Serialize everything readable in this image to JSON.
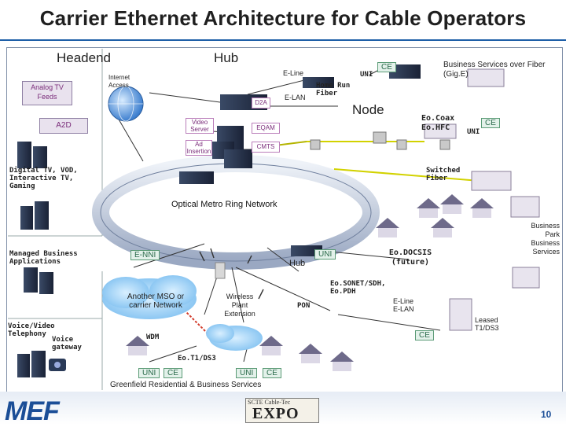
{
  "title": "Carrier Ethernet Architecture for Cable Operators",
  "sections": {
    "headend": "Headend",
    "hub": "Hub",
    "node": "Node"
  },
  "left": {
    "analog_tv": "Analog TV Feeds",
    "a2d": "A2D",
    "digital_tv": "Digital TV, VOD, Interactive TV, Gaming",
    "managed_business": "Managed Business Applications",
    "voice_video": "Voice/Video Telephony",
    "voice_gateway": "Voice gateway"
  },
  "hub_area": {
    "internet_access": "Internet Access",
    "e_line": "E-Line",
    "e_lan": "E-LAN",
    "d2a": "D2A",
    "video_server": "Video Server",
    "ad_insertion": "Ad Insertion",
    "eqam": "EQAM",
    "cmts": "CMTS",
    "uni": "UNI",
    "ce": "CE",
    "home_run_fiber": "Home Run Fiber"
  },
  "right": {
    "business_services_fiber": "Business Services over Fiber (Gig.E)",
    "eo_coax": "Eo.Coax",
    "eo_hfc": "Eo.HFC",
    "uni": "UNI",
    "ce": "CE",
    "switched_fiber": "Switched Fiber",
    "business_park": "Business Park Business Services",
    "eo_docsis": "Eo.DOCSIS (future)",
    "eo_sonet": "Eo.SONET/SDH, Eo.PDH",
    "e_line_lan": "E-Line E-LAN",
    "leased": "Leased T1/DS3",
    "ce2": "CE"
  },
  "ring": {
    "label": "Optical Metro Ring Network",
    "hub": "Hub",
    "enni": "E-NNI",
    "uni": "UNI"
  },
  "lower": {
    "another_mso": "Another MSO or carrier Network",
    "wireless": "Wireless Plant Extension",
    "pon": "PON",
    "wdm": "WDM",
    "eo_t1": "Eo.T1/DS3",
    "uni_a": "UNI",
    "ce_a": "CE",
    "uni_b": "UNI",
    "ce_b": "CE",
    "greenfield": "Greenfield Residential & Business Services"
  },
  "footer": {
    "logo": "MEF",
    "expo_top": "SCTE Cable-Tec",
    "expo": "EXPO",
    "page": "10"
  },
  "colors": {
    "accent": "#1d5fa8",
    "ring": "#c9d2e3",
    "box_fill": "#e9e2ee",
    "link": "#d2d200"
  }
}
